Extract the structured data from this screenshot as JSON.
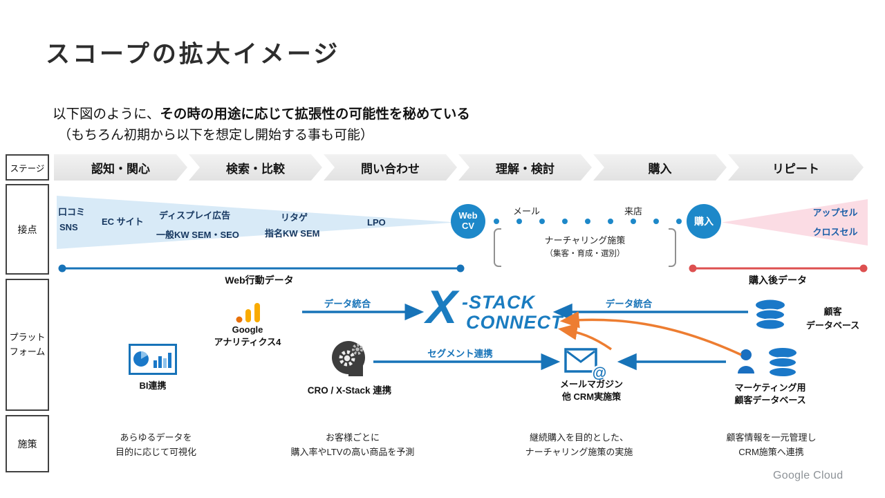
{
  "page": {
    "title": "スコープの拡大イメージ",
    "subtitle_normal": "以下図のように、",
    "subtitle_bold": "その時の用途に応じて拡張性の可能性を秘めている",
    "subtitle_line2": "（もちろん初期から以下を想定し開始する事も可能）",
    "footer_logo": "Google Cloud"
  },
  "rows": {
    "stage": "ステージ",
    "touchpoints": "接点",
    "platform_l1": "プラット",
    "platform_l2": "フォーム",
    "measures": "施策"
  },
  "stages": [
    "認知・関心",
    "検索・比較",
    "問い合わせ",
    "理解・検討",
    "購入",
    "リピート"
  ],
  "touch": {
    "kuchikomi": "口コミ",
    "sns": "SNS",
    "ec": "EC サイト",
    "display_ad": "ディスプレイ広告",
    "kw": "一般KW SEM・SEO",
    "retage": "リタゲ",
    "shimei": "指名KW SEM",
    "lpo": "LPO",
    "webcv_l1": "Web",
    "webcv_l2": "CV",
    "mail": "メール",
    "visit": "来店",
    "nurturing_l1": "ナーチャリング施策",
    "nurturing_l2": "（集客・育成・選別）",
    "purchase": "購入",
    "upsell": "アップセル",
    "cross": "クロスセル",
    "web_data": "Web行動データ",
    "post_data": "購入後データ"
  },
  "platform": {
    "bi": "BI連携",
    "ga_l1": "Google",
    "ga_l2": "アナリティクス4",
    "di_left": "データ統合",
    "di_right": "データ統合",
    "segment": "セグメント連携",
    "x": "X",
    "x_l1": "-STACK",
    "x_l2": "CONNECT",
    "cust_l1": "顧客",
    "cust_l2": "データベース",
    "cro": "CRO / X-Stack 連携",
    "mm_l1": "メールマガジン",
    "mm_l2": "他 CRM実施策",
    "mkt_l1": "マーケティング用",
    "mkt_l2": "顧客データベース",
    "at": "@"
  },
  "measures": [
    {
      "l1": "あらゆるデータを",
      "l2": "目的に応じて可視化"
    },
    {
      "l1": "お客様ごとに",
      "l2": "購入率やLTVの高い商品を予測"
    },
    {
      "l1": "継続購入を目的とした、",
      "l2": "ナーチャリング施策の実施"
    },
    {
      "l1": "顧客情報を一元管理し",
      "l2": "CRM施策へ連携"
    }
  ],
  "colors": {
    "accent_blue": "#1d88c9",
    "arrow_blue": "#1773b8",
    "funnel_light_blue": "#d8eaf7",
    "funnel_pink": "#fbdce4",
    "red_line": "#dd5050",
    "orange_arrow": "#ed7d31",
    "ga_orange": "#f9ab00",
    "chevron_gray": "#e8e8e8"
  }
}
